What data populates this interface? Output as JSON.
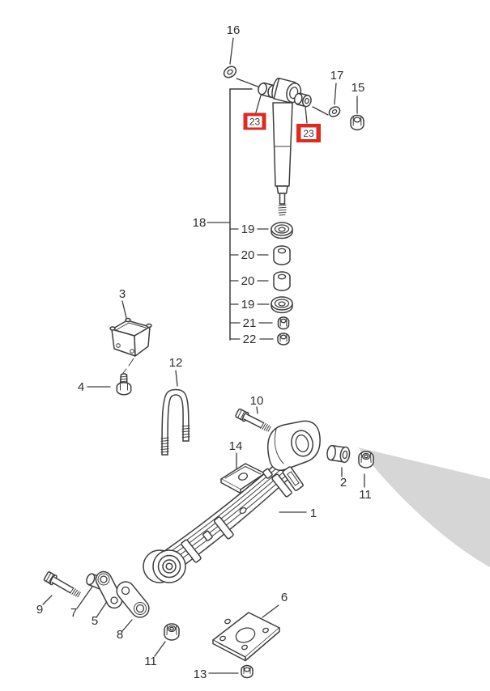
{
  "colors": {
    "highlight_red": "#dd2b22",
    "shade_gray": "#d6d6d6",
    "line": "#3d3d3d",
    "background": "#ffffff"
  },
  "callouts": {
    "c16": "16",
    "c17": "17",
    "c15": "15",
    "c18": "18",
    "c19a": "19",
    "c20a": "20",
    "c20b": "20",
    "c19b": "19",
    "c21": "21",
    "c22": "22",
    "c3": "3",
    "c4": "4",
    "c12": "12",
    "c10": "10",
    "c14": "14",
    "c1": "1",
    "c2": "2",
    "c11a": "11",
    "c9": "9",
    "c7": "7",
    "c5": "5",
    "c8": "8",
    "c11b": "11",
    "c13": "13",
    "c6": "6"
  },
  "highlights": {
    "h23a": "23",
    "h23b": "23"
  }
}
